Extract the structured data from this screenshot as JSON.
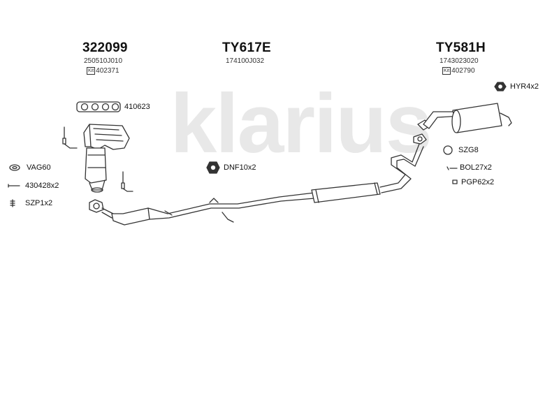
{
  "watermark": "klarius",
  "colors": {
    "line": "#333333",
    "watermark": "#e6e6e6",
    "fill": "#ffffff"
  },
  "parts": [
    {
      "part_no": "322099",
      "oem": "250510J010",
      "kit_badge": "Kit",
      "kit_no": "402371"
    },
    {
      "part_no": "TY617E",
      "oem": "174100J032"
    },
    {
      "part_no": "TY581H",
      "oem": "1743023020",
      "kit_badge": "Kit",
      "kit_no": "402790"
    }
  ],
  "labels": {
    "gasket_410623": "410623",
    "vag60": "VAG60",
    "bolt_430428": "430428x2",
    "szp1": "SZP1x2",
    "dnf10": "DNF10x2",
    "hyr4": "HYR4x2",
    "szg8": "SZG8",
    "bol27": "BOL27x2",
    "pgp62": "PGP62x2"
  },
  "icons": [
    "gasket-icon",
    "ring-icon",
    "bolt-icon",
    "spring-icon",
    "rubber-mount-icon",
    "clamp-icon",
    "pin-icon"
  ]
}
